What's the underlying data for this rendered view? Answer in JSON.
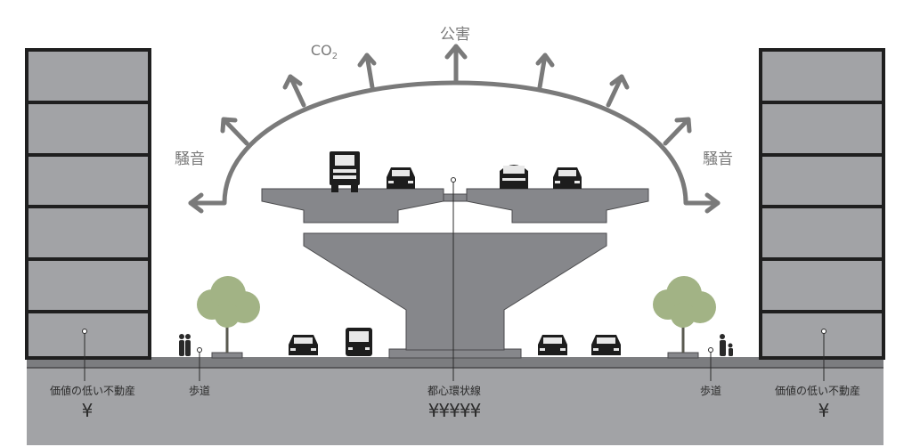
{
  "labels": {
    "pollution": "公害",
    "co2_main": "CO",
    "co2_sub": "2",
    "noise_left": "騒音",
    "noise_right": "騒音",
    "low_value_left": "価値の低い不動産",
    "low_value_right": "価値の低い不動産",
    "sidewalk_left": "歩道",
    "sidewalk_right": "歩道",
    "expressway": "都心環状線"
  },
  "values": {
    "left_cost": "¥",
    "right_cost": "¥",
    "expressway_cost": "¥¥¥¥¥"
  },
  "colors": {
    "structure": "#86878b",
    "structure_edge": "#4a4a4c",
    "building": "#a2a3a6",
    "building_line": "#1f1f1f",
    "ground": "#a2a3a6",
    "road": "#7c7d80",
    "tree": "#a2b385",
    "arrow": "#7a7a7a"
  }
}
